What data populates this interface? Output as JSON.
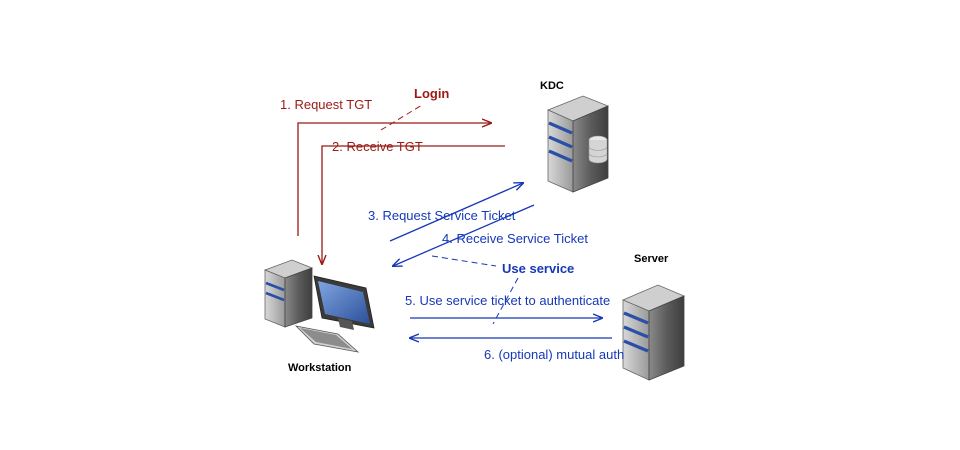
{
  "nodes": {
    "kdc": "KDC",
    "server": "Server",
    "workstation": "Workstation"
  },
  "steps": {
    "s1": "1. Request TGT",
    "s2": "2. Receive TGT",
    "s3": "3. Request Service Ticket",
    "s4": "4. Receive Service Ticket",
    "s5": "5. Use service ticket to authenticate",
    "s6": "6. (optional) mutual auth"
  },
  "callouts": {
    "login": "Login",
    "use_service": "Use service"
  },
  "colors": {
    "red_flow": "#9a1a14",
    "blue_flow": "#1638b8",
    "server_body": "#5a5a5a",
    "server_stripe": "#2a4fa8"
  }
}
